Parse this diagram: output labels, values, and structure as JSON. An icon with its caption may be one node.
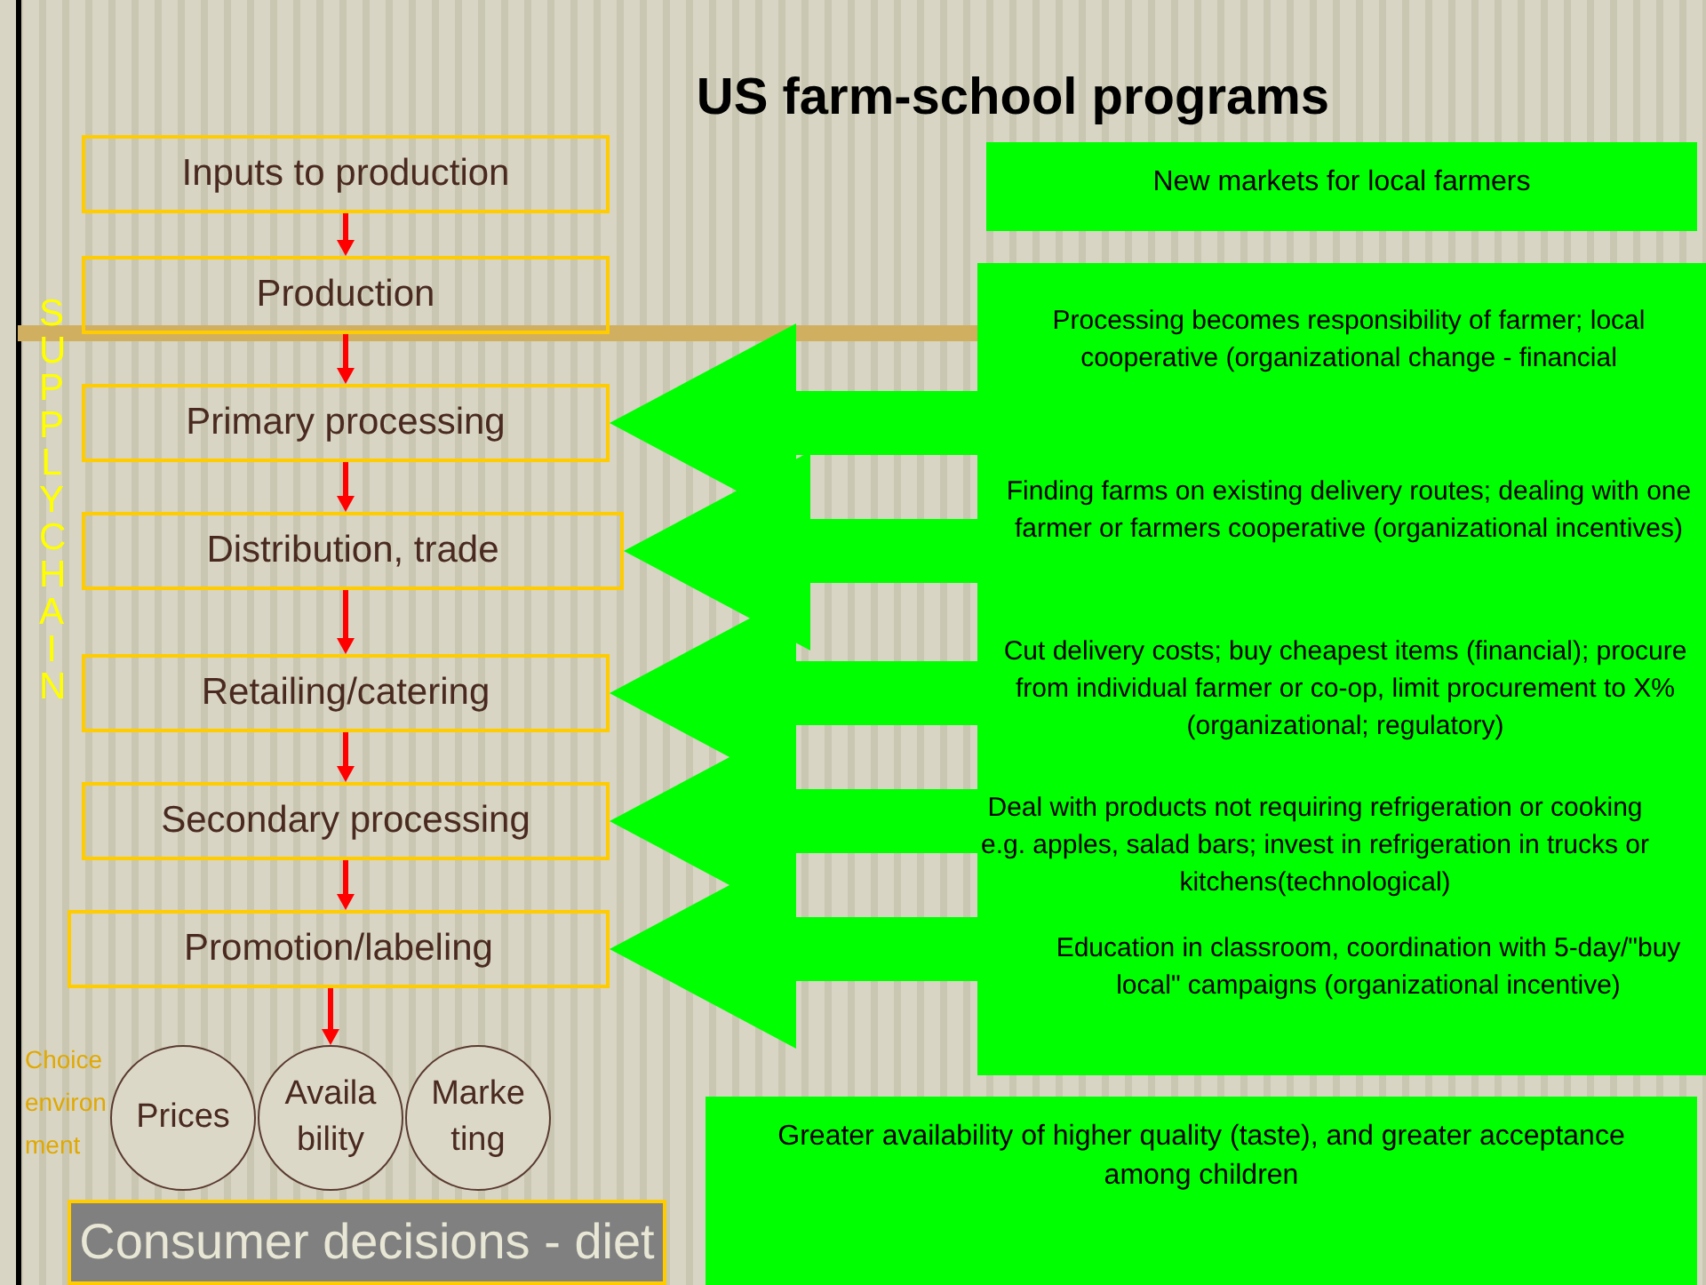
{
  "diagram": {
    "title": "US farm-school programs",
    "nodes": [
      {
        "text": [
          "Inputs to production"
        ]
      },
      {
        "text": [
          "Production"
        ]
      },
      {
        "text": [
          "Primary processing"
        ]
      },
      {
        "text": [
          "Distribution, trade"
        ]
      },
      {
        "text": [
          "Retailing/catering"
        ]
      },
      {
        "text": [
          "Secondary processing"
        ]
      },
      {
        "text": [
          "Promotion/labeling"
        ]
      },
      {
        "text": [
          "Prices"
        ]
      },
      {
        "text": [
          "Availa bility"
        ]
      },
      {
        "text": [
          "Marke ting"
        ]
      },
      {
        "text": [
          "Consumer decisions - diet"
        ]
      },
      {
        "text": [
          "New markets for local farmers"
        ]
      },
      {
        "text": [
          "Processing becomes responsibility of farmer; local cooperative (organizational change - financial",
          "Finding farms on existing delivery routes; dealing with one farmer or farmers cooperative (organizational incentives)",
          "Cut delivery costs; buy cheapest items (financial); procure from individual farmer or co-op, limit procurement to X% (organizational; regulatory)",
          "Deal with products not requiring refrigeration or cooking e.g. apples, salad bars; invest in refrigeration in trucks or kitchens(technological)",
          "Education in classroom, coordination with 5-day/\"buy local\" campaigns (organizational incentive)"
        ]
      },
      {
        "text": [
          "Greater availability of higher quality (taste), and greater acceptance among children"
        ]
      }
    ],
    "edges": [
      {
        "from": 0,
        "to": 1,
        "arrow": "to"
      },
      {
        "from": 1,
        "to": 2,
        "arrow": "to"
      },
      {
        "from": 2,
        "to": 3,
        "arrow": "to"
      },
      {
        "from": 3,
        "to": 4,
        "arrow": "to"
      },
      {
        "from": 4,
        "to": 5,
        "arrow": "to"
      },
      {
        "from": 5,
        "to": 6,
        "arrow": "to"
      },
      {
        "from": 6,
        "to": 8,
        "arrow": "to"
      },
      {
        "from": 12,
        "to": 2,
        "arrow": "to",
        "style": "thick",
        "color": "#00ff00"
      },
      {
        "from": 12,
        "to": 3,
        "arrow": "to",
        "style": "thick",
        "color": "#00ff00"
      },
      {
        "from": 12,
        "to": 4,
        "arrow": "to",
        "style": "thick",
        "color": "#00ff00"
      },
      {
        "from": 12,
        "to": 5,
        "arrow": "to",
        "style": "thick",
        "color": "#00ff00"
      },
      {
        "from": 12,
        "to": 6,
        "arrow": "to",
        "style": "thick",
        "color": "#00ff00"
      }
    ],
    "labels": [
      "SUPPLY CHAIN",
      "Choice environ ment"
    ]
  }
}
